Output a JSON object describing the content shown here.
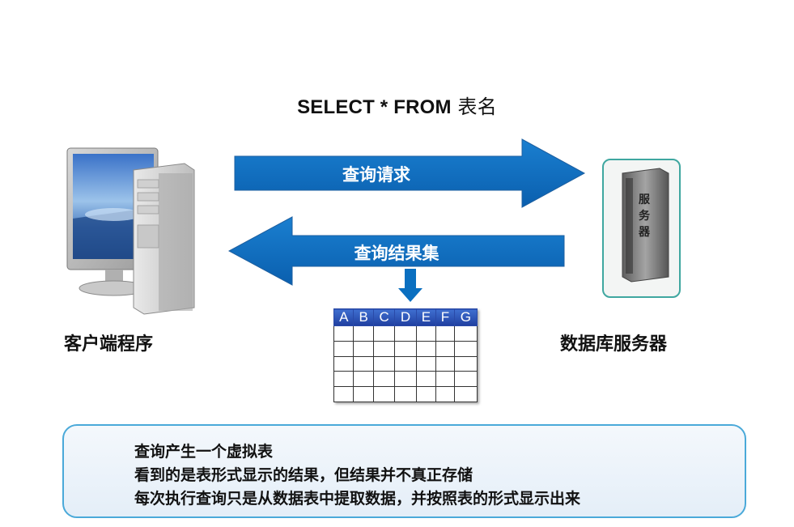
{
  "sql": {
    "keyword": "SELECT * FROM",
    "table": "表名"
  },
  "request_arrow": {
    "label": "查询请求"
  },
  "result_arrow": {
    "label": "查询结果集"
  },
  "client": {
    "label": "客户端程序"
  },
  "server": {
    "label": "数据库服务器",
    "box_text": "服务器"
  },
  "result_table": {
    "headers": [
      "A",
      "B",
      "C",
      "D",
      "E",
      "F",
      "G"
    ],
    "row_count": 5
  },
  "notes": [
    "查询产生一个虚拟表",
    "看到的是表形式显示的结果，但结果并不真正存储",
    "每次执行查询只是从数据表中提取数据，并按照表的形式显示出来"
  ],
  "colors": {
    "arrow_fill": "#0a6fc0",
    "arrow_edge": "#1d5fa0",
    "note_border": "#4aa9d9",
    "server_border": "#3fa7a0",
    "grid_header": "#2a4aa8"
  }
}
